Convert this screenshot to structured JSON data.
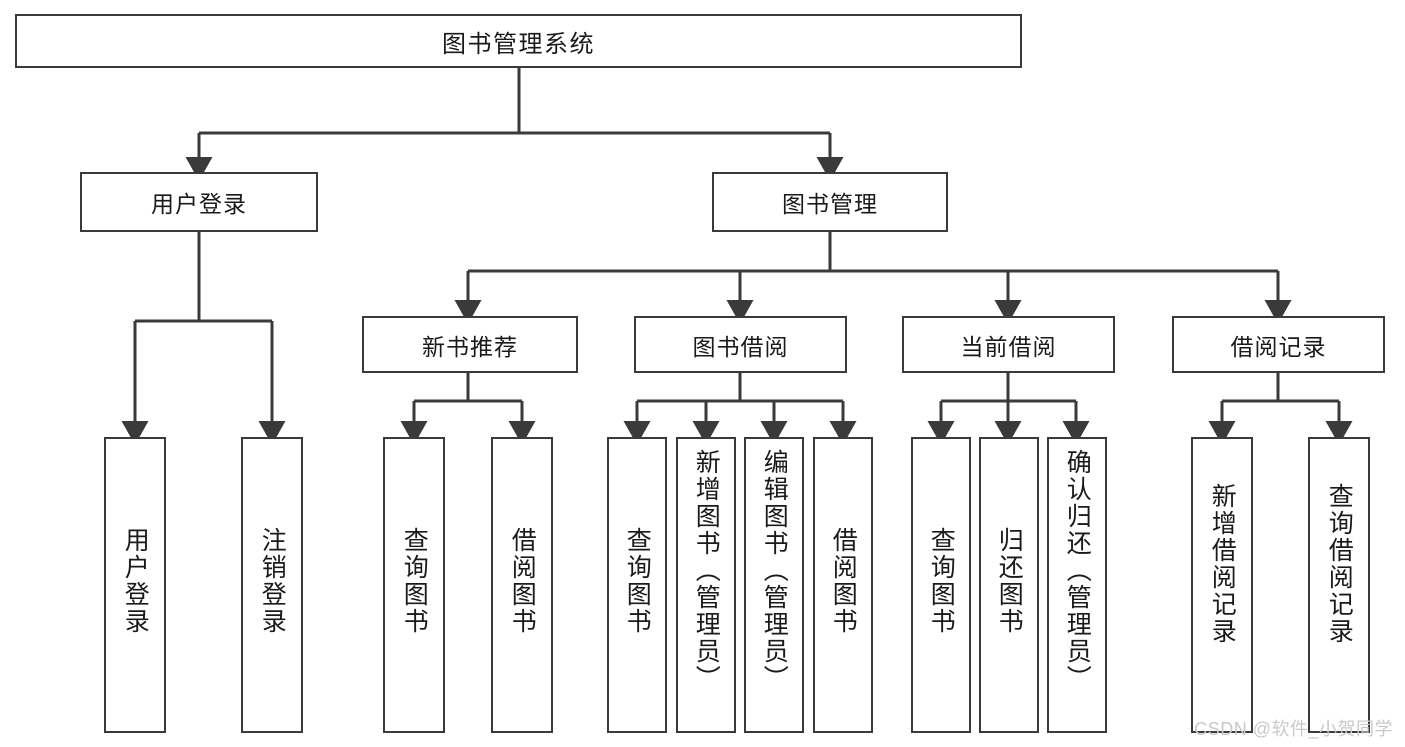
{
  "diagram": {
    "type": "hierarchy-tree",
    "title": "图书管理系统",
    "style": {
      "background": "#ffffff",
      "box_border": "#3a3a3a",
      "box_fill": "#ffffff",
      "text_color": "#1a1a1a",
      "connector_color": "#3a3a3a",
      "watermark_color": "#c9c9c9"
    },
    "root": {
      "label": "图书管理系统"
    },
    "level2": [
      {
        "label": "用户登录"
      },
      {
        "label": "图书管理"
      }
    ],
    "level3": [
      {
        "label": "新书推荐"
      },
      {
        "label": "图书借阅"
      },
      {
        "label": "当前借阅"
      },
      {
        "label": "借阅记录"
      }
    ],
    "leaves": {
      "user_login": [
        {
          "label": "用户登录"
        },
        {
          "label": "注销登录"
        }
      ],
      "new_book_recommend": [
        {
          "label": "查询图书"
        },
        {
          "label": "借阅图书"
        }
      ],
      "book_borrow": [
        {
          "label": "查询图书"
        },
        {
          "label": "新增图书（管理员）"
        },
        {
          "label": "编辑图书（管理员）"
        },
        {
          "label": "借阅图书"
        }
      ],
      "current_borrow": [
        {
          "label": "查询图书"
        },
        {
          "label": "归还图书"
        },
        {
          "label": "确认归还（管理员）"
        }
      ],
      "borrow_record": [
        {
          "label": "新增借阅记录"
        },
        {
          "label": "查询借阅记录"
        }
      ]
    }
  },
  "watermark": {
    "text": "CSDN @软件_小贺同学"
  }
}
